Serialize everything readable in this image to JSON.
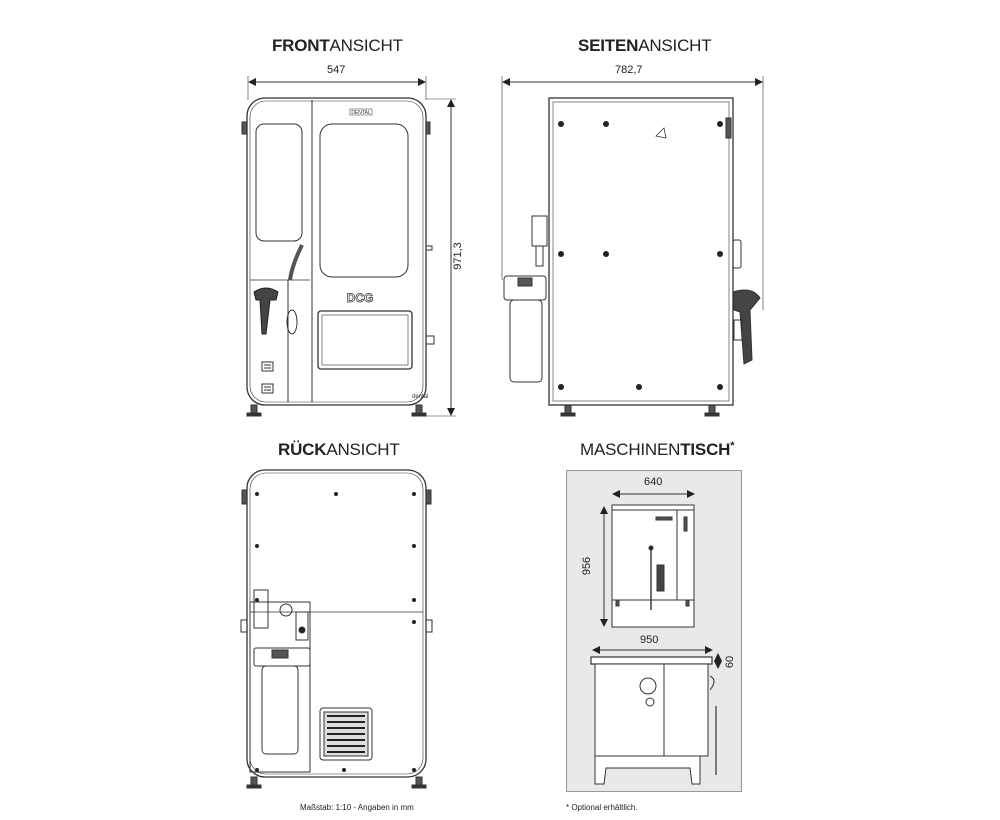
{
  "views": {
    "front": {
      "title_bold": "FRONT",
      "title_light": "ANSICHT",
      "width_dim": "547",
      "height_dim": "971,3"
    },
    "side": {
      "title_bold": "SEITEN",
      "title_light": "ANSICHT",
      "width_dim": "782,7"
    },
    "rear": {
      "title_bold": "RÜCK",
      "title_light": "ANSICHT"
    },
    "table": {
      "title_light": "MASCHINEN",
      "title_bold": "TISCH",
      "title_mark": "*",
      "dim_top": "640",
      "dim_height": "956",
      "dim_width": "950",
      "dim_thickness": "60"
    }
  },
  "brand": {
    "logo_text": "DCG",
    "label_text": "DENTAL",
    "badge_text": "dental"
  },
  "notes": {
    "scale": "Maßstab: 1:10 - Angaben in mm",
    "optional": "* Optional erhältlich."
  }
}
